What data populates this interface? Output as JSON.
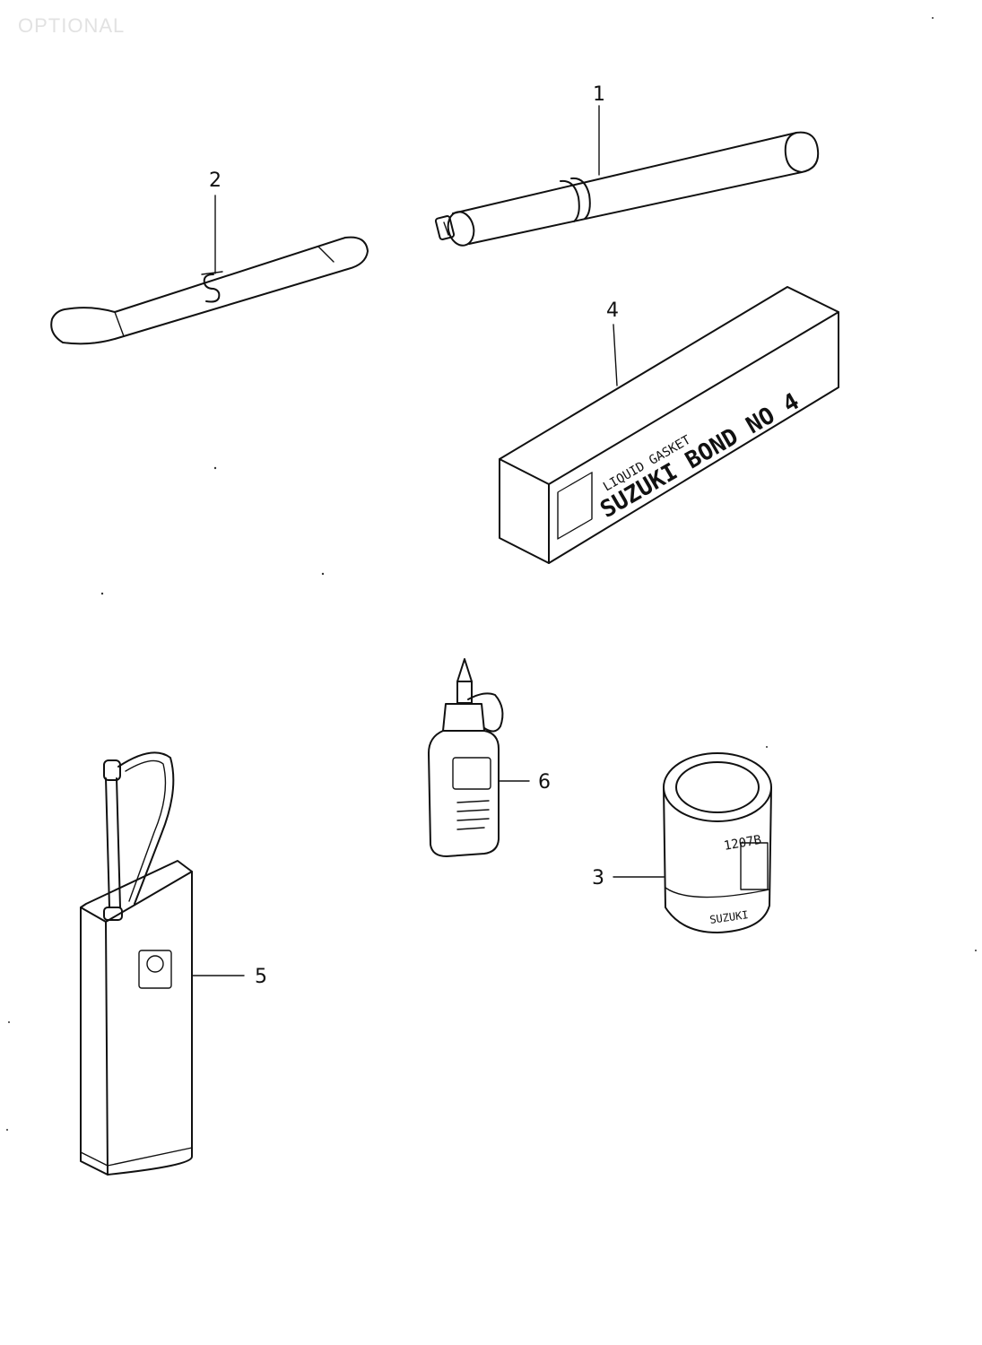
{
  "header": {
    "label": "OPTIONAL"
  },
  "callouts": {
    "n1": "1",
    "n2": "2",
    "n3": "3",
    "n4": "4",
    "n5": "5",
    "n6": "6"
  },
  "box_text": {
    "line1": "LIQUID GASKET",
    "line2": "SUZUKI BOND NO 4"
  },
  "can_text": {
    "mark": "1207B",
    "brand": "SUZUKI"
  },
  "colors": {
    "ink": "#111111",
    "paper": "#ffffff",
    "header": "#e2e2e2"
  }
}
